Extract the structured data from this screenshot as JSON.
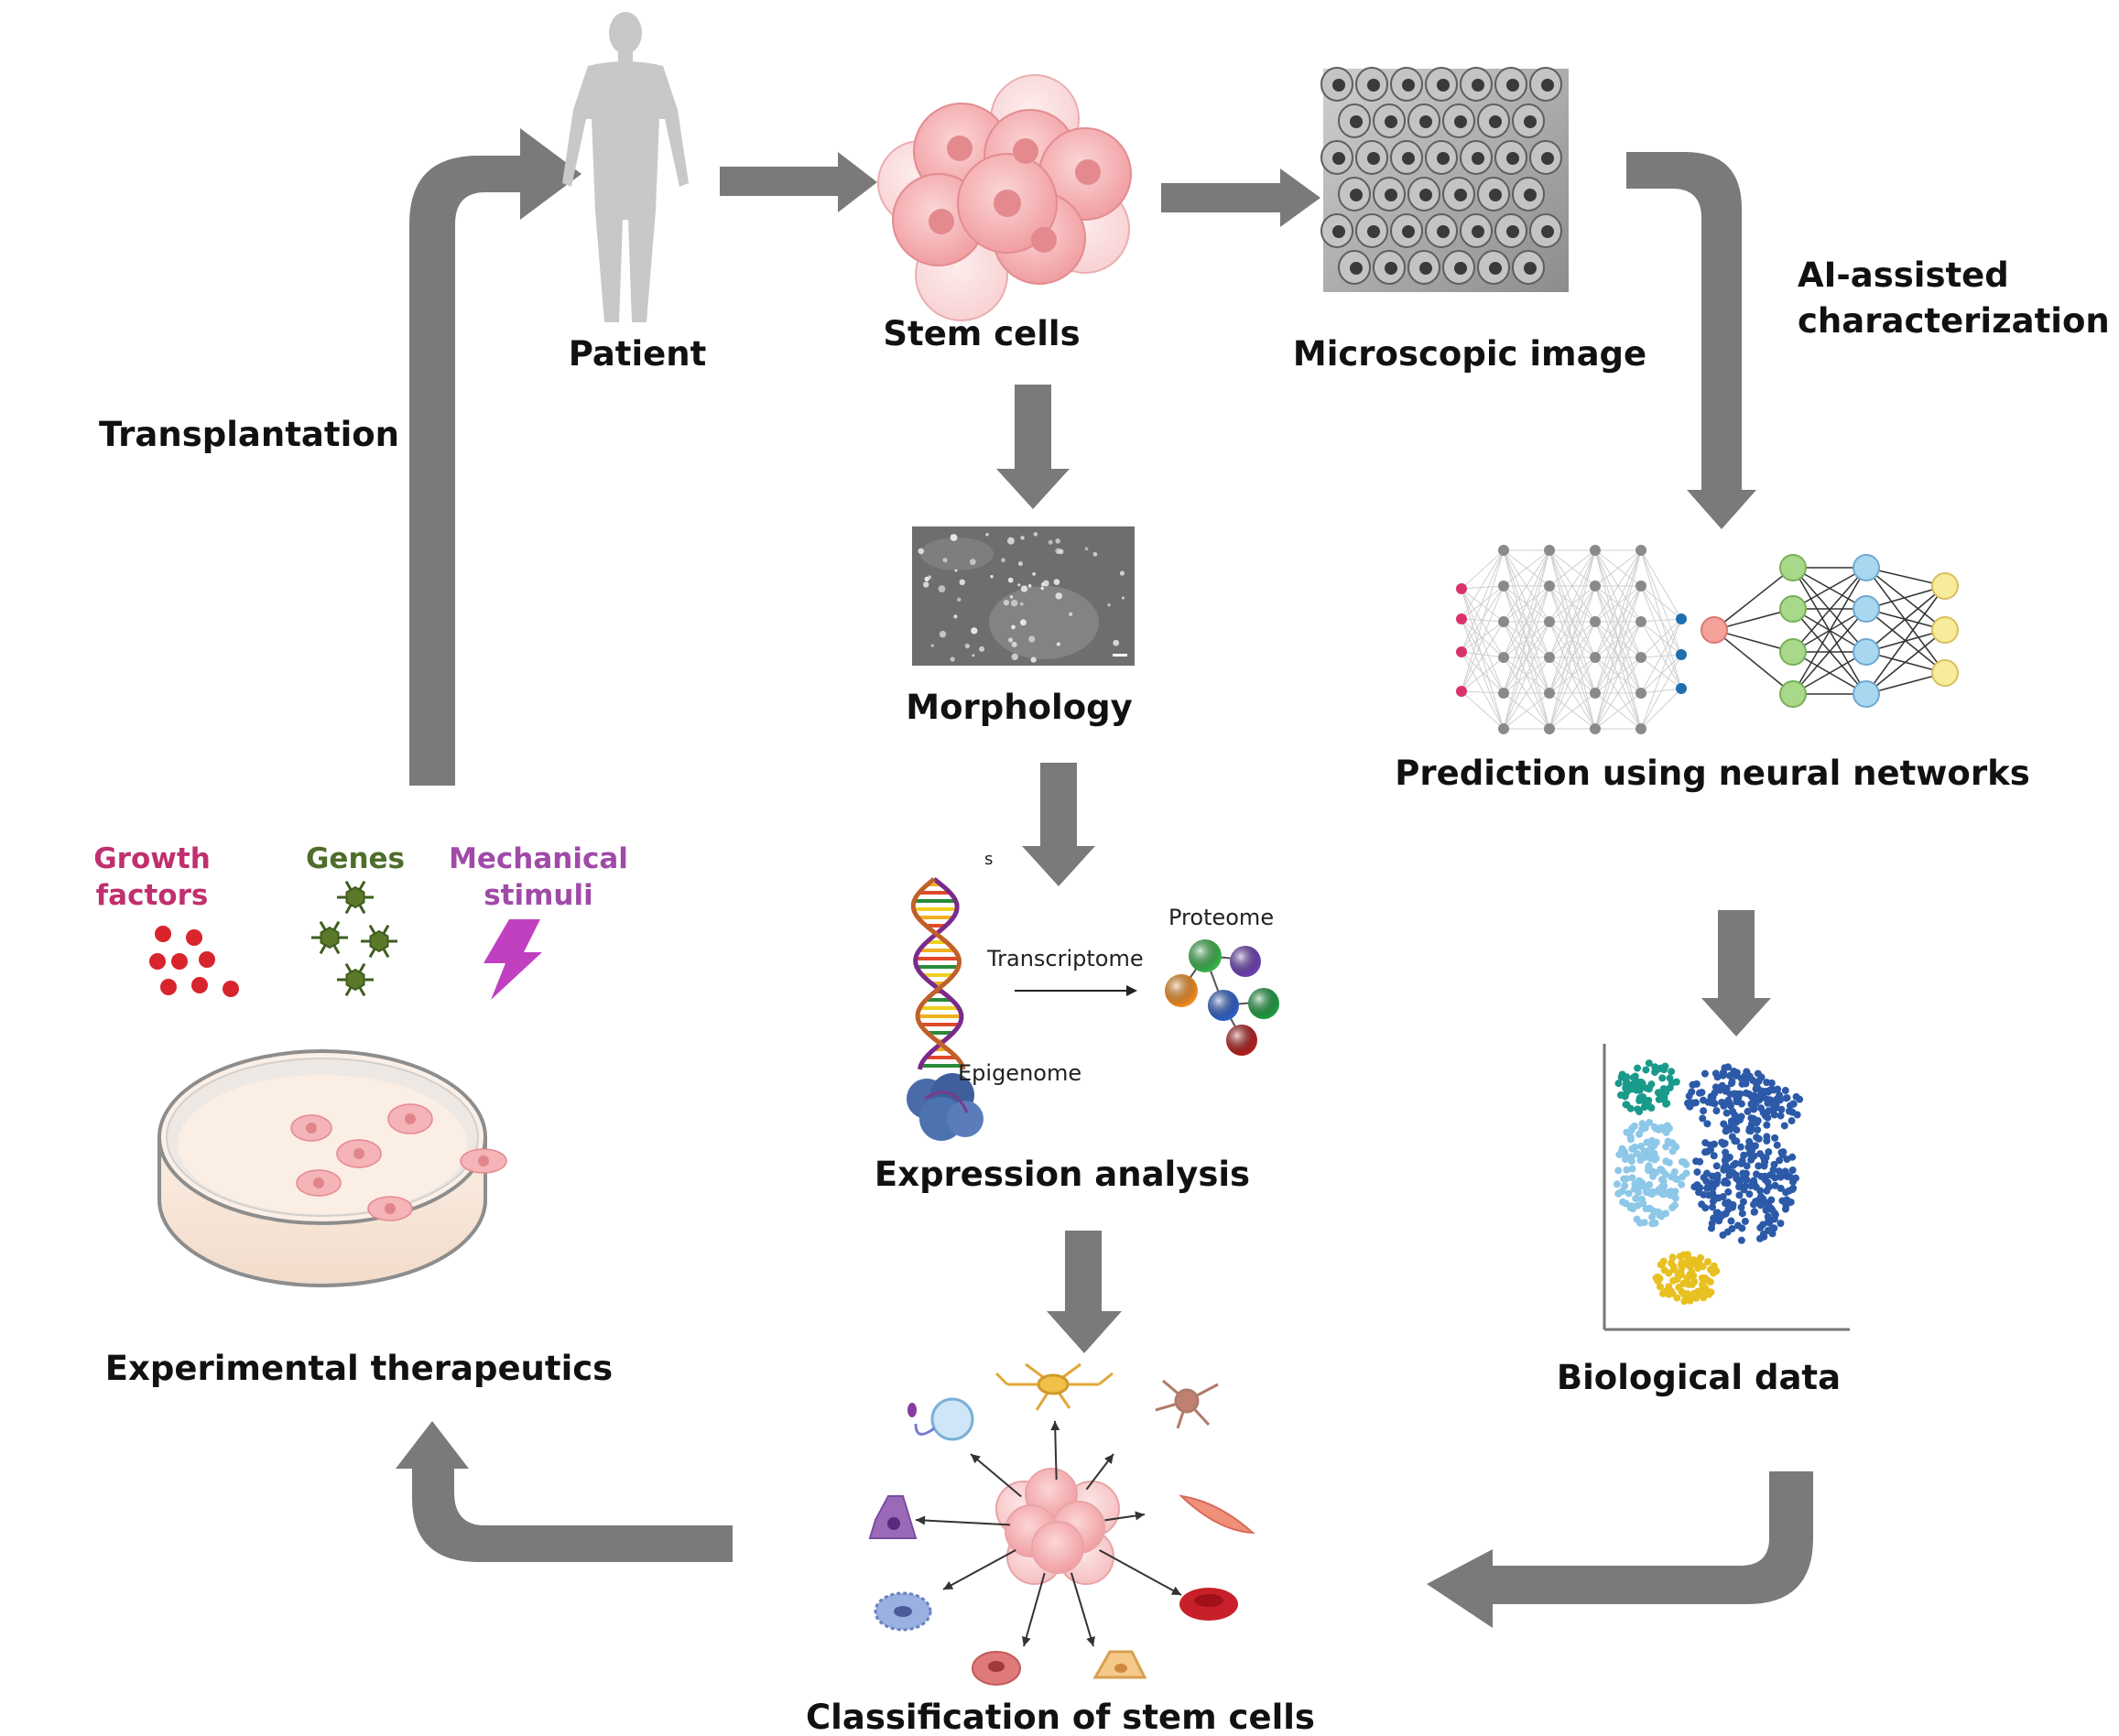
{
  "labels": {
    "patient": "Patient",
    "stem_cells": "Stem cells",
    "microscopic_image": "Microscopic image",
    "ai_line1": "AI-assisted",
    "ai_line2": "characterization",
    "transplantation": "Transplantation",
    "morphology": "Morphology",
    "prediction": "Prediction using neural networks",
    "biological_data": "Biological data",
    "expression_analysis": "Expression analysis",
    "classification": "Classification of stem cells",
    "experimental_therapeutics": "Experimental therapeutics"
  },
  "omics": {
    "transcriptome": "Transcriptome",
    "proteome": "Proteome",
    "epigenome": "Epigenome",
    "stray_mark": "s"
  },
  "dish_factors": {
    "growth_line1": "Growth",
    "growth_line2": "factors",
    "genes": "Genes",
    "mech_line1": "Mechanical",
    "mech_line2": "stimuli"
  },
  "colors": {
    "arrow": "#7a7a7a",
    "growth": "#c0306e",
    "genes": "#4d6e2a",
    "mechanical": "#a04aa8",
    "cell_pink": "#f2a5a8",
    "cluster_teal": "#1a9a8a",
    "cluster_blue": "#2c5aa8",
    "cluster_light": "#8ec8e8",
    "cluster_yellow": "#e8c020"
  }
}
